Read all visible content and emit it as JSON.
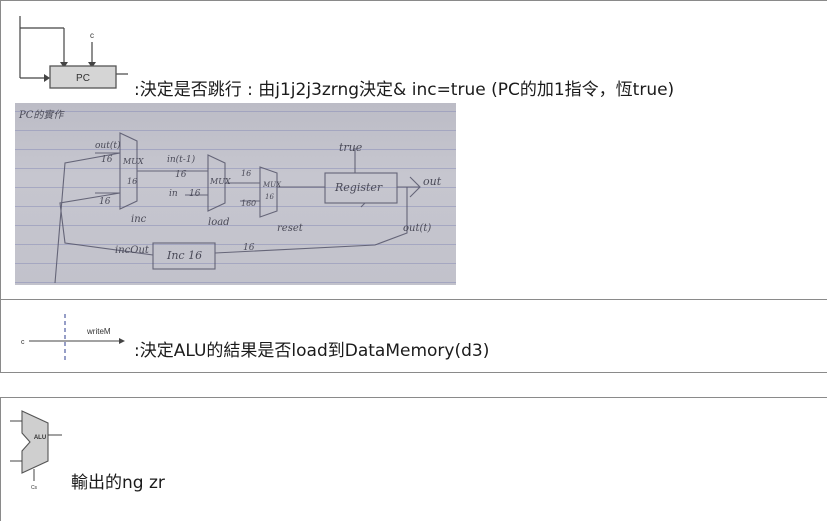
{
  "sections": [
    {
      "diagram": {
        "name": "pc-block",
        "block_label": "PC",
        "control_label": "c"
      },
      "caption": ":決定是否跳行 : 由j1j2j3zrng決定& inc=true (PC的加1指令，恆true)",
      "handwritten": {
        "title": "PC的實作",
        "labels": {
          "out_t": "out(t)",
          "w16_a": "16",
          "mux1": "MUX",
          "w16_b": "16",
          "w16_c": "16",
          "inc": "inc",
          "in_t1": "in(t-1)",
          "w16_d": "16",
          "in": "in",
          "w16_e": "16",
          "mux2": "MUX",
          "load": "load",
          "w16_f": "16",
          "w16_g": "16",
          "zero": "0",
          "mux3": "MUX",
          "w16_h": "16",
          "reset": "reset",
          "true": "true",
          "register": "Register",
          "out": "out",
          "out_t2": "out(t)",
          "incout": "incOut",
          "inc16": "Inc 16",
          "w16_i": "16"
        }
      }
    },
    {
      "diagram": {
        "name": "writem-signal",
        "signal_label": "writeM",
        "control_label": "c"
      },
      "caption": ":決定ALU的結果是否load到DataMemory(d3)"
    },
    {
      "diagram": {
        "name": "alu-block",
        "block_label": "ALU",
        "output_label": "Cs"
      },
      "caption": "輸出的ng zr"
    }
  ]
}
